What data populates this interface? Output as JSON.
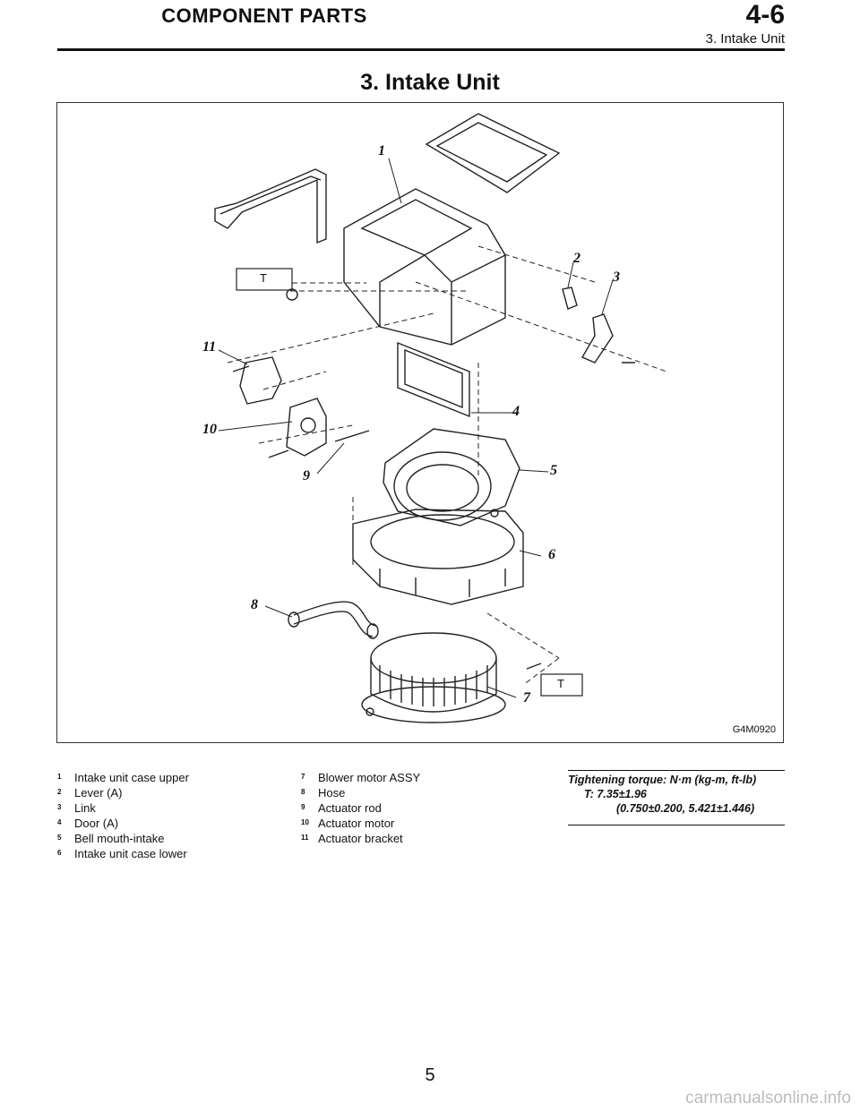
{
  "header": {
    "title": "COMPONENT PARTS",
    "section": "4-6",
    "subtitle": "3. Intake Unit"
  },
  "page_heading": "3. Intake Unit",
  "figure": {
    "code": "G4M0920",
    "torque_marker": "T",
    "callouts": [
      "1",
      "2",
      "3",
      "4",
      "5",
      "6",
      "7",
      "8",
      "9",
      "10",
      "11"
    ]
  },
  "legend": [
    {
      "num": "1",
      "label": "Intake unit case upper"
    },
    {
      "num": "2",
      "label": "Lever (A)"
    },
    {
      "num": "3",
      "label": "Link"
    },
    {
      "num": "4",
      "label": "Door (A)"
    },
    {
      "num": "5",
      "label": "Bell mouth-intake"
    },
    {
      "num": "6",
      "label": "Intake unit case lower"
    },
    {
      "num": "7",
      "label": "Blower motor ASSY"
    },
    {
      "num": "8",
      "label": "Hose"
    },
    {
      "num": "9",
      "label": "Actuator rod"
    },
    {
      "num": "10",
      "label": "Actuator motor"
    },
    {
      "num": "11",
      "label": "Actuator bracket"
    }
  ],
  "torque": {
    "line1": "Tightening torque: N·m (kg-m, ft-lb)",
    "line2": "T: 7.35±1.96",
    "line3": "(0.750±0.200, 5.421±1.446)"
  },
  "page_number": "5",
  "watermark": "carmanualsonline.info"
}
